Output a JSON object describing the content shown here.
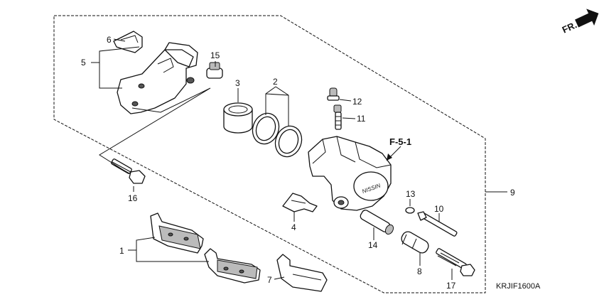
{
  "labels": {
    "l1": "1",
    "l2": "2",
    "l3": "3",
    "l4": "4",
    "l5": "5",
    "l6": "6",
    "l7": "7",
    "l8": "8",
    "l9": "9",
    "l10": "10",
    "l11": "11",
    "l12": "12",
    "l13": "13",
    "l14": "14",
    "l15": "15",
    "l16": "16",
    "l17": "17"
  },
  "direction": "FR.",
  "callout": "F-5-1",
  "diagram_code": "KRJIF1600A",
  "caliper_mark": "NISSIN"
}
